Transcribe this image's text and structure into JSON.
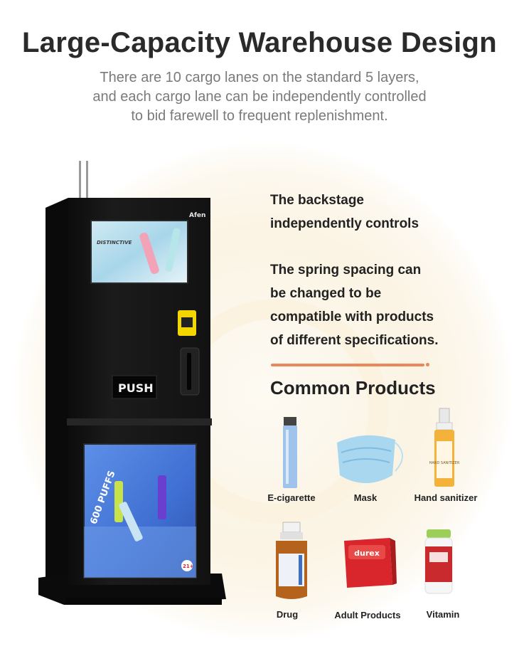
{
  "heading": "Large-Capacity Warehouse Design",
  "subtitle": [
    "There are  10 cargo lanes on the standard 5 layers,",
    "and each cargo lane can be independently controlled",
    "to bid farewell to  frequent replenishment."
  ],
  "features": [
    [
      "The backstage",
      "independently controls"
    ],
    [
      "The spring spacing can",
      "be changed to be",
      "compatible with products",
      "of different specifications."
    ]
  ],
  "common_products_title": "Common Products",
  "products": [
    {
      "label": "E-cigarette",
      "icon": "e-cigarette-icon"
    },
    {
      "label": "Mask",
      "icon": "mask-icon"
    },
    {
      "label": "Hand sanitizer",
      "icon": "hand-sanitizer-icon"
    },
    {
      "label": "Drug",
      "icon": "drug-bottle-icon"
    },
    {
      "label": "Adult Products",
      "icon": "durex-box-icon"
    },
    {
      "label": "Vitamin",
      "icon": "vitamin-bottle-icon"
    }
  ],
  "machine": {
    "brand": "Afen",
    "screen_text": "DISTINCTIVE",
    "push_label": "PUSH",
    "display_text": "600 PUFFS",
    "age_badge": "21+"
  },
  "product_texts": {
    "durex": "durex",
    "sanitizer": "HAND SANITIZER"
  },
  "colors": {
    "accent": "#e9885a",
    "machine_body": "#151515",
    "card_reader": "#f3d500",
    "display_blue": "#4a78d8"
  }
}
